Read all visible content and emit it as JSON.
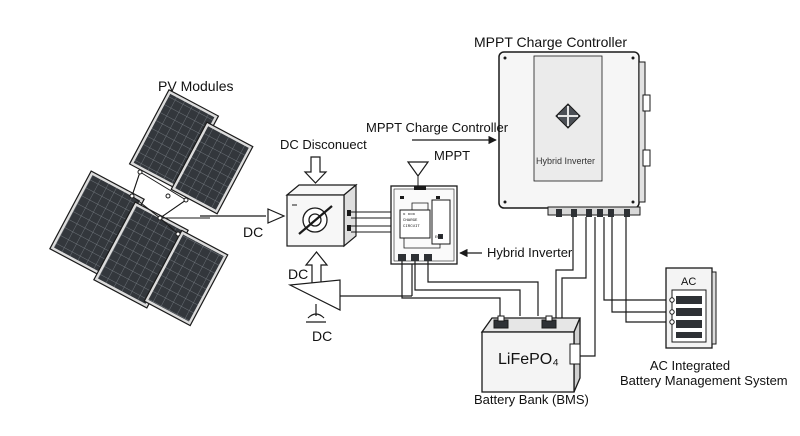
{
  "labels": {
    "pv_modules": "PV Modules",
    "dc_disconnect": "DC Disconuect",
    "dc_left": "DC",
    "dc_up": "DC",
    "dc_bottom": "DC",
    "mppt_title_top": "MPPT Charge Controller",
    "mppt_title_mid": "MPPT Charge Controller",
    "mppt_arrow": "MPPT",
    "hybrid_inverter_callout": "Hybrid Inverter",
    "hybrid_inverter_panel": "Hybrid Inverter",
    "battery_chem": "LiFePO₄",
    "battery_bank": "Battery Bank (BMS)",
    "ac_box": "AC",
    "ac_integrated_line1": "AC Integrated",
    "ac_integrated_line2": "Battery Management System",
    "board_chip_a_line1": "o ooo",
    "board_chip_a_line2": "CHARGE",
    "board_chip_a_line3": "CIRCUIT",
    "board_chip_b": "ECO"
  },
  "icons": {
    "controller_logo": "diamond-cross-logo-icon",
    "dc_switch": "rotary-switch-icon",
    "ground": "ground-symbol-icon"
  },
  "colors": {
    "line": "#1a1a1a",
    "panel_dark": "#2e3135",
    "panel_cell": "#5a5f66",
    "panel_frame": "#d9dadc",
    "device_fill": "#f4f4f4",
    "inverter_face": "#ececec"
  }
}
